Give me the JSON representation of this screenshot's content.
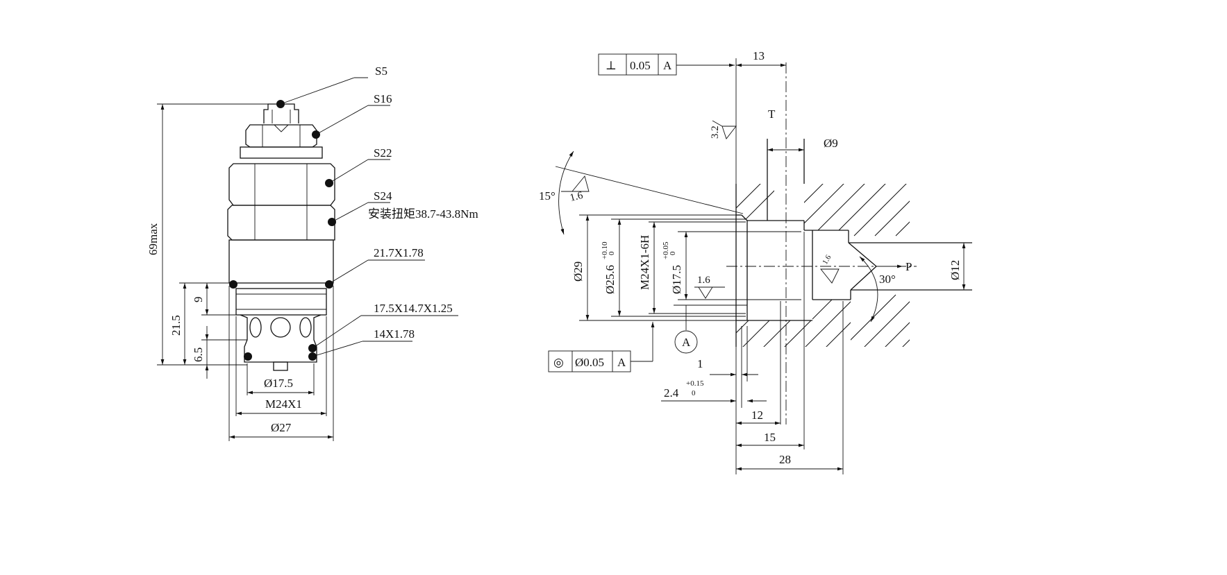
{
  "left_view": {
    "callouts": {
      "s5": "S5",
      "s16": "S16",
      "s22": "S22",
      "s24": "S24",
      "torque": "安装扭矩38.7-43.8Nm",
      "oring1": "21.7X1.78",
      "backup": "17.5X14.7X1.25",
      "oring2": "14X1.78"
    },
    "dims": {
      "overall_height": "69max",
      "h215": "21.5",
      "h9": "9",
      "h65": "6.5",
      "d175": "Ø17.5",
      "thread": "M24X1",
      "d27": "Ø27"
    }
  },
  "right_view": {
    "perpendicularity": {
      "symbol": "⊥",
      "value": "0.05",
      "datum": "A"
    },
    "concentricity": {
      "symbol": "◎",
      "value": "Ø0.05",
      "datum": "A"
    },
    "datum_label": "A",
    "roughness": {
      "r32": "3.2",
      "r16a": "1.6",
      "r16b": "1.6",
      "r16c": "1.6"
    },
    "ports": {
      "t": "T",
      "p": "P"
    },
    "angles": {
      "a15": "15°",
      "a30": "30°"
    },
    "dims": {
      "d13": "13",
      "d9": "Ø9",
      "d29": "Ø29",
      "d256": "Ø25.6",
      "d256_tol_upper": "+0.10",
      "d256_tol_lower": "0",
      "thread": "M24X1-6H",
      "d175": "Ø17.5",
      "d175_tol_upper": "+0.05",
      "d175_tol_lower": "0",
      "d12dia": "Ø12",
      "d1": "1",
      "d24": "2.4",
      "d24_tol_upper": "+0.15",
      "d24_tol_lower": "0",
      "d12": "12",
      "d15": "15",
      "d28": "28"
    }
  }
}
